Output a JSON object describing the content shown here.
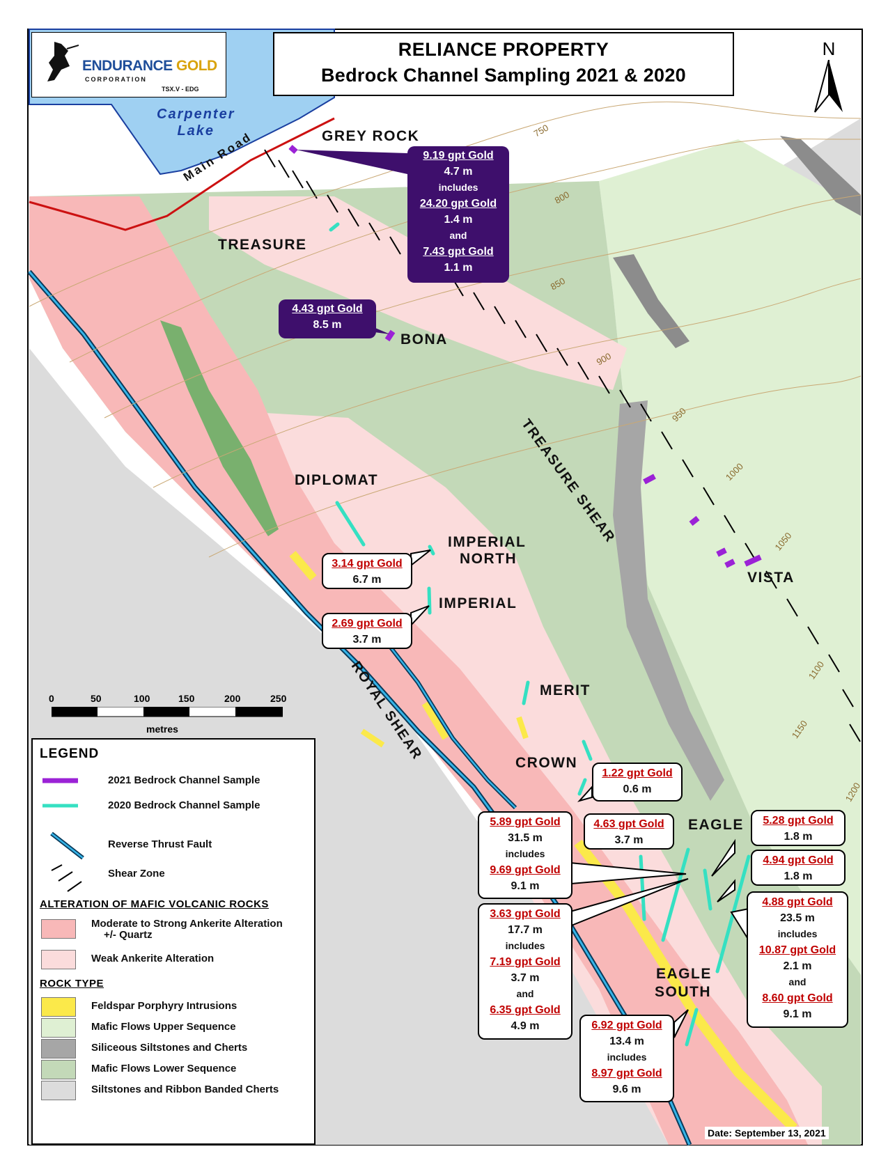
{
  "title": {
    "line1": "RELIANCE PROPERTY",
    "line2": "Bedrock Channel Sampling 2021 & 2020"
  },
  "logo": {
    "name_a": "ENDURANCE",
    "name_b": "GOLD",
    "corp": "CORPORATION",
    "ticker": "TSX.V - EDG"
  },
  "north": "N",
  "lake": {
    "line1": "Carpenter",
    "line2": "Lake"
  },
  "road_label": "Main Road",
  "zones": {
    "grey_rock": "GREY ROCK",
    "treasure": "TREASURE",
    "bona": "BONA",
    "diplomat": "DIPLOMAT",
    "imperial_north_1": "IMPERIAL",
    "imperial_north_2": "NORTH",
    "imperial": "IMPERIAL",
    "merit": "MERIT",
    "crown": "CROWN",
    "eagle": "EAGLE",
    "eagle_south_1": "EAGLE",
    "eagle_south_2": "SOUTH",
    "vista": "VISTA"
  },
  "structures": {
    "treasure_shear": "TREASURE SHEAR",
    "royal_shear": "ROYAL SHEAR"
  },
  "contours": [
    "750",
    "800",
    "850",
    "900",
    "950",
    "1000",
    "1050",
    "1100",
    "1150",
    "1200"
  ],
  "callouts": {
    "grey_rock": [
      "9.19 gpt Gold",
      "4.7 m",
      "includes",
      "24.20 gpt Gold",
      "1.4 m",
      "and",
      "7.43 gpt Gold",
      "1.1 m"
    ],
    "bona": [
      "4.43 gpt Gold",
      "8.5 m"
    ],
    "diplomat": [
      "3.14 gpt Gold",
      "6.7 m"
    ],
    "imperial": [
      "2.69 gpt Gold",
      "3.7 m"
    ],
    "crown": [
      "1.22 gpt Gold",
      "0.6 m"
    ],
    "c589": [
      "5.89 gpt Gold",
      "31.5 m",
      "includes",
      "9.69 gpt Gold",
      "9.1 m"
    ],
    "c463": [
      "4.63 gpt Gold",
      "3.7 m"
    ],
    "c528": [
      "5.28 gpt Gold",
      "1.8 m"
    ],
    "c494": [
      "4.94 gpt Gold",
      "1.8 m"
    ],
    "c363": [
      "3.63 gpt Gold",
      "17.7 m",
      "includes",
      "7.19 gpt Gold",
      "3.7 m",
      "and",
      "6.35 gpt Gold",
      "4.9 m"
    ],
    "c488": [
      "4.88 gpt Gold",
      "23.5 m",
      "includes",
      "10.87 gpt Gold",
      "2.1 m",
      "and",
      "8.60 gpt Gold",
      "9.1 m"
    ],
    "c692": [
      "6.92 gpt Gold",
      "13.4 m",
      "includes",
      "8.97 gpt Gold",
      "9.6 m"
    ]
  },
  "scale": {
    "ticks": [
      "0",
      "50",
      "100",
      "150",
      "200",
      "250"
    ],
    "unit": "metres"
  },
  "legend": {
    "title": "LEGEND",
    "sample_2021": "2021 Bedrock Channel Sample",
    "sample_2020": "2020 Bedrock Channel Sample",
    "fault": "Reverse Thrust Fault",
    "shear": "Shear Zone",
    "alteration_heading": "ALTERATION OF MAFIC VOLCANIC ROCKS",
    "alt_strong_1": "Moderate  to Strong Ankerite Alteration",
    "alt_strong_2": "+/- Quartz",
    "alt_weak": "Weak Ankerite Alteration",
    "rock_heading": "ROCK TYPE",
    "rock_1": "Feldspar Porphyry Intrusions",
    "rock_2": "Mafic Flows Upper Sequence",
    "rock_3": "Siliceous Siltstones and Cherts",
    "rock_4": "Mafic Flows Lower Sequence",
    "rock_5": "Siltstones and Ribbon Banded Cherts"
  },
  "colors": {
    "strong_ankerite": "#f8b8b8",
    "weak_ankerite": "#fbdcdc",
    "feldspar": "#fbe94a",
    "mafic_upper": "#dff0d3",
    "siliceous": "#a6a6a6",
    "mafic_lower": "#c3d9b8",
    "siltstone": "#dcdcdc",
    "lake": "#9fd0f2",
    "sample_2021": "#9b22d6",
    "sample_2020": "#35e0c2",
    "road": "#cc1111",
    "fault": "#1477b8",
    "callout_dark": "#3e0f6c",
    "gold_text": "#c00000"
  },
  "date": "Date:  September 13, 2021"
}
